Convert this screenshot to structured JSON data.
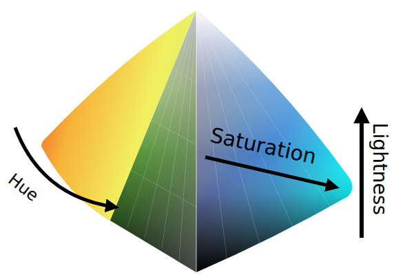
{
  "diagram": {
    "labels": [
      "Hue",
      "Saturation",
      "Lightness"
    ]
  }
}
